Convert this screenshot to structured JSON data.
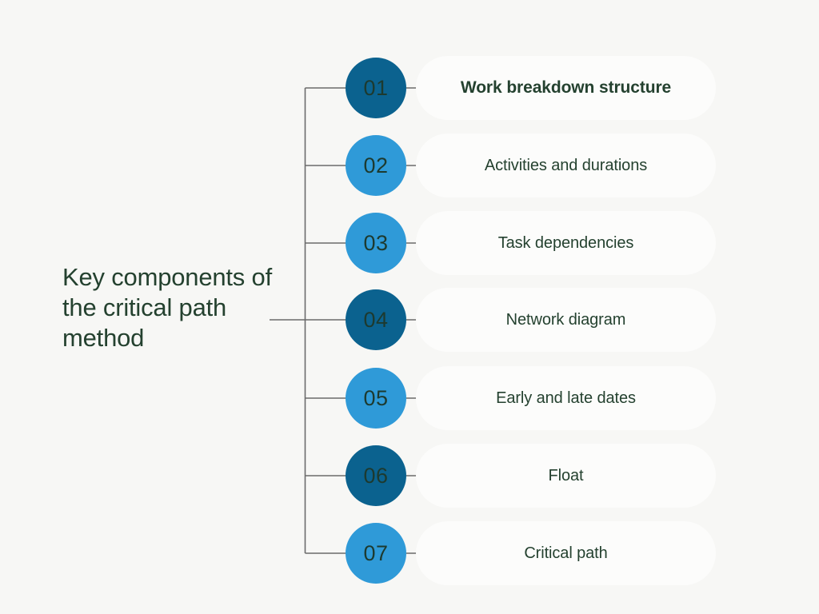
{
  "title": "Key components of the critical path method",
  "colors": {
    "background": "#f7f7f5",
    "pill_background": "#fcfcfb",
    "text": "#24412f",
    "circle_dark": "#0b628f",
    "circle_light": "#2f9ad8",
    "connector_line": "#6b6b6b"
  },
  "items": [
    {
      "number": "01",
      "label": "Work breakdown structure",
      "tone": "dark",
      "emphasis": true
    },
    {
      "number": "02",
      "label": "Activities and durations",
      "tone": "light",
      "emphasis": false
    },
    {
      "number": "03",
      "label": "Task dependencies",
      "tone": "light",
      "emphasis": false
    },
    {
      "number": "04",
      "label": "Network diagram",
      "tone": "dark",
      "emphasis": false
    },
    {
      "number": "05",
      "label": "Early and late dates",
      "tone": "light",
      "emphasis": false
    },
    {
      "number": "06",
      "label": "Float",
      "tone": "dark",
      "emphasis": false
    },
    {
      "number": "07",
      "label": "Critical path",
      "tone": "light",
      "emphasis": false
    }
  ]
}
